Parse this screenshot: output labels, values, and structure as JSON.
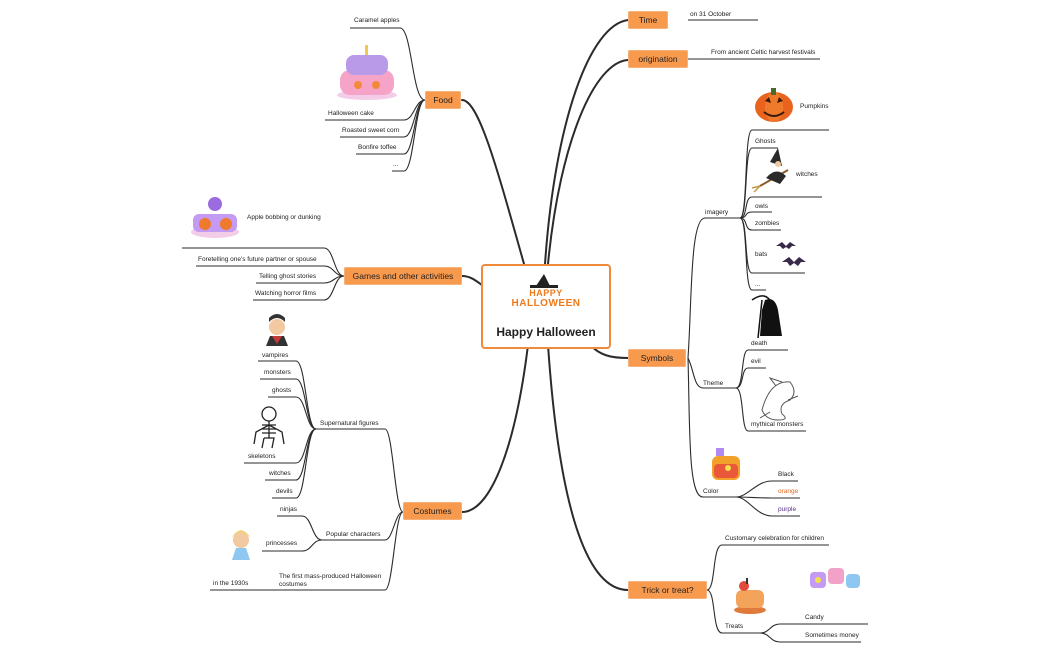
{
  "center": {
    "logo_line1": "HAPPY",
    "logo_line2": "HALLOWEEN",
    "title": "Happy Halloween"
  },
  "topics": {
    "time": "Time",
    "origination": "origination",
    "food": "Food",
    "games": "Games and other activities",
    "symbols": "Symbols",
    "costumes": "Costumes",
    "trick": "Trick or treat?"
  },
  "time": {
    "on": "on 31 October"
  },
  "origination": {
    "from": "From ancient Celtic harvest festivals"
  },
  "food": {
    "items": [
      "Caramel apples",
      "Halloween cake",
      "Roasted sweet corn",
      "Bonfire toffee",
      "..."
    ]
  },
  "games": {
    "items": [
      "Apple bobbing or dunking",
      "Foretelling one's future partner or spouse",
      "Telling ghost stories",
      "Watching horror films"
    ]
  },
  "symbols": {
    "imagery": {
      "label": "imagery",
      "items": [
        "Pumpkins",
        "Ghosts",
        "witches",
        "owls",
        "zombies",
        "bats",
        "..."
      ]
    },
    "theme": {
      "label": "Theme",
      "items": [
        "death",
        "evil",
        "mythical monsters"
      ]
    },
    "color": {
      "label": "Color",
      "items": [
        "Black",
        "orange",
        "purple"
      ]
    },
    "colors": {
      "Black": "#222222",
      "orange": "#e8641e",
      "purple": "#5a2f8a"
    }
  },
  "costumes": {
    "supernatural": {
      "label": "Supernatural figures",
      "items": [
        "vampires",
        "monsters",
        "ghosts",
        "skeletons",
        "witches",
        "devils"
      ]
    },
    "popular": {
      "label": "Popular characters",
      "items": [
        "ninjas",
        "princesses"
      ]
    },
    "first": {
      "label": "The first mass-produced Halloween costumes",
      "when": "in the 1930s"
    }
  },
  "trick": {
    "customary": "Customary celebration for children",
    "treats": {
      "label": "Treats",
      "items": [
        "Candy",
        "Sometimes money"
      ]
    }
  },
  "colors": {
    "accent": "#f89a4e",
    "accent_border": "#f08a3c",
    "line": "#2b2b2b"
  }
}
